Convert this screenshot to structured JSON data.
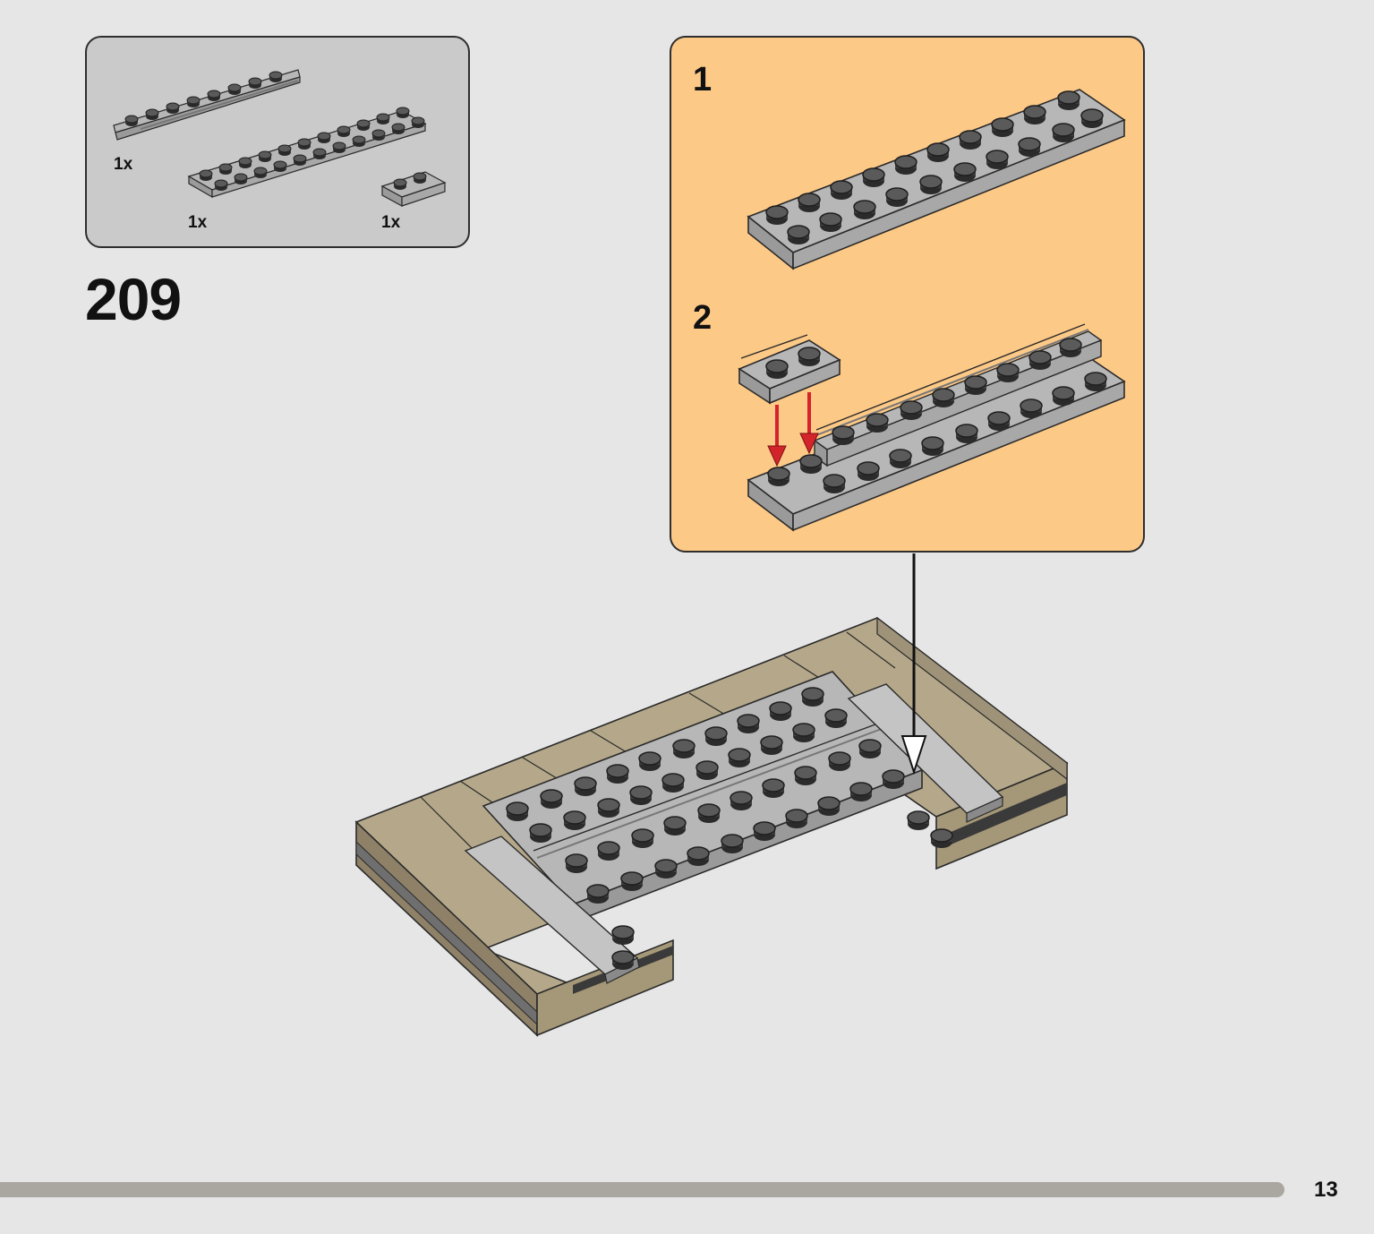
{
  "parts_list": {
    "items": [
      {
        "name": "plate with rail, long",
        "quantity": "1x"
      },
      {
        "name": "plate 2x12",
        "quantity": "1x"
      },
      {
        "name": "plate with rail, short",
        "quantity": "1x"
      }
    ]
  },
  "step": {
    "number": "209"
  },
  "sub_assembly": {
    "steps": [
      {
        "number": "1"
      },
      {
        "number": "2"
      }
    ]
  },
  "colors": {
    "plate_top": "#b7b7b7",
    "plate_side": "#9a9a9a",
    "stud": "#4a4a4a",
    "tan": "#b5a88a",
    "tan_dark": "#8e8168",
    "arrow_red": "#d4242b",
    "subassembly_bg": "#fdc987",
    "parts_bg": "#cacaca",
    "page_bg": "#e6e6e6"
  },
  "footer": {
    "page_number": "13"
  }
}
